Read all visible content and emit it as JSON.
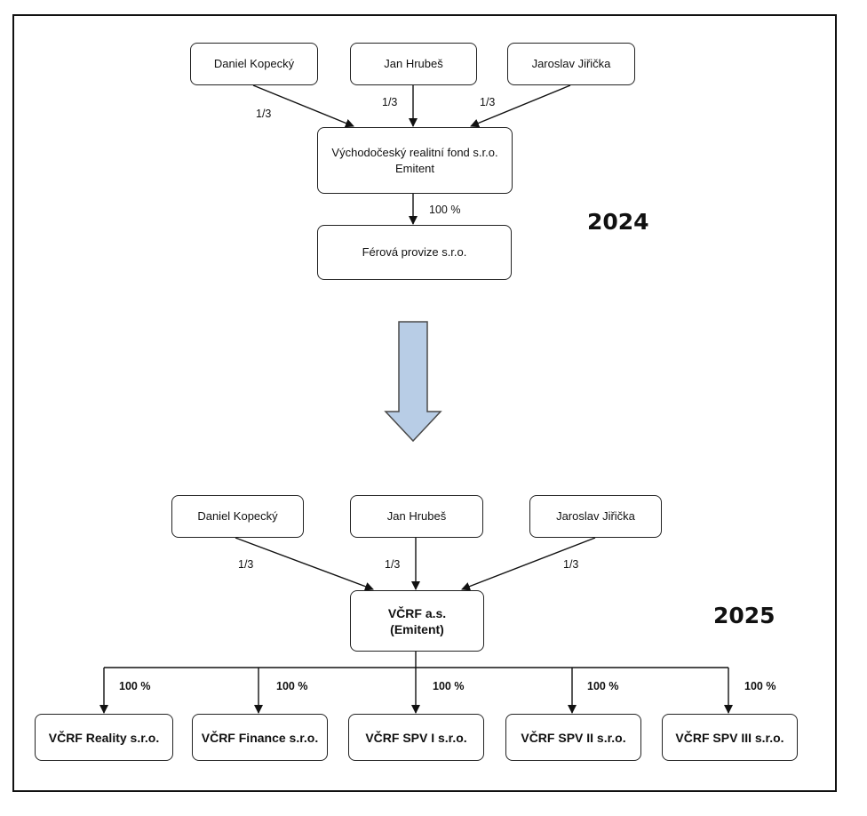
{
  "section_2024": {
    "year": "2024",
    "owners": [
      "Daniel Kopecký",
      "Jan Hrubeš",
      "Jaroslav Jiřička"
    ],
    "owner_shares": [
      "1/3",
      "1/3",
      "1/3"
    ],
    "emitent": {
      "line1": "Východočeský realitní fond s.r.o.",
      "line2": "Emitent"
    },
    "subsidiary_share": "100 %",
    "subsidiary": "Férová provize s.r.o."
  },
  "transition_arrow": {
    "fill": "#b8cde6",
    "stroke": "#4a4a4a"
  },
  "section_2025": {
    "year": "2025",
    "owners": [
      "Daniel Kopecký",
      "Jan Hrubeš",
      "Jaroslav Jiřička"
    ],
    "owner_shares": [
      "1/3",
      "1/3",
      "1/3"
    ],
    "emitent": {
      "line1": "VČRF a.s.",
      "line2": "(Emitent)"
    },
    "subsidiary_shares": [
      "100 %",
      "100 %",
      "100 %",
      "100 %",
      "100 %"
    ],
    "subsidiaries": [
      "VČRF Reality s.r.o.",
      "VČRF Finance s.r.o.",
      "VČRF SPV I s.r.o.",
      "VČRF SPV II s.r.o.",
      "VČRF SPV III s.r.o."
    ]
  }
}
